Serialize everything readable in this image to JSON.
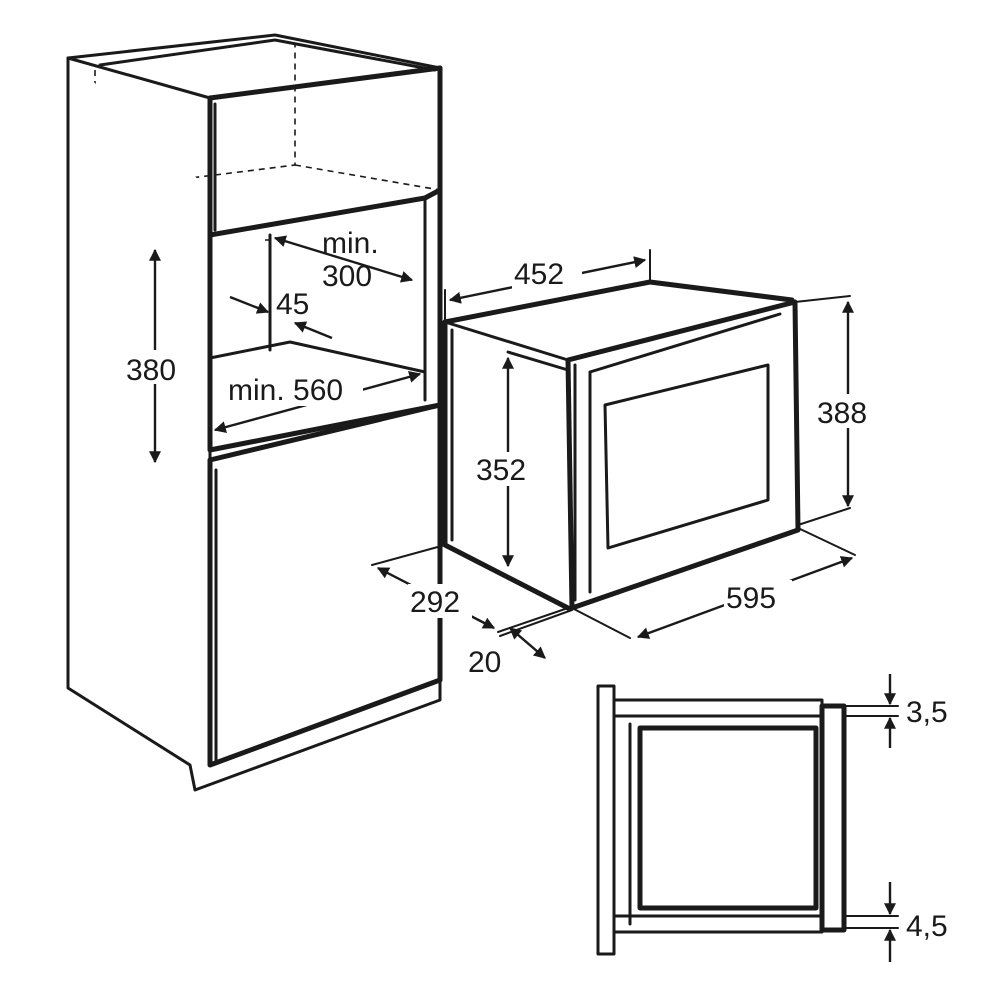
{
  "cabinet": {
    "min_300": [
      "min.",
      "300"
    ],
    "depth_45": "45",
    "height_380": "380",
    "min_560": "min. 560"
  },
  "appliance": {
    "width_452": "452",
    "height_352": "352",
    "height_388": "388",
    "depth_292": "292",
    "width_595": "595",
    "offset_20": "20"
  },
  "detail": {
    "gap_top": "3,5",
    "gap_bottom": "4,5"
  }
}
